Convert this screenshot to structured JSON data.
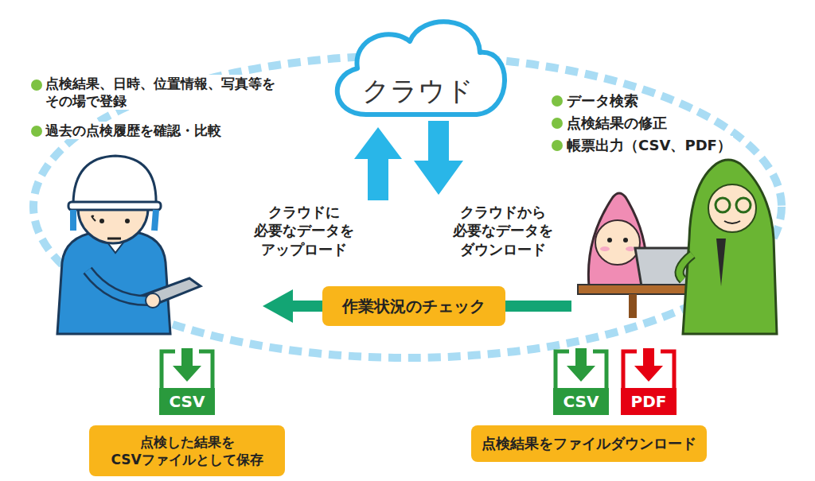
{
  "diagram": {
    "nodes": [
      {
        "text": [
          "クラウド"
        ]
      },
      {
        "text": [
          "作業状況のチェック"
        ]
      },
      {
        "text": [
          "CSV"
        ]
      },
      {
        "text": [
          "CSV"
        ]
      },
      {
        "text": [
          "PDF"
        ]
      },
      {
        "text": [
          "点検した結果を CSVファイルとして保存"
        ]
      },
      {
        "text": [
          "点検結果をファイルダウンロード"
        ]
      }
    ],
    "labels": [
      "点検結果、日時、位置情報、写真等を その場で登録",
      "過去の点検履歴を確認・比較",
      "データ検索",
      "点検結果の修正",
      "帳票出力（CSV、PDF）",
      "クラウドに 必要なデータを アップロード",
      "クラウドから 必要なデータを ダウンロード"
    ]
  }
}
